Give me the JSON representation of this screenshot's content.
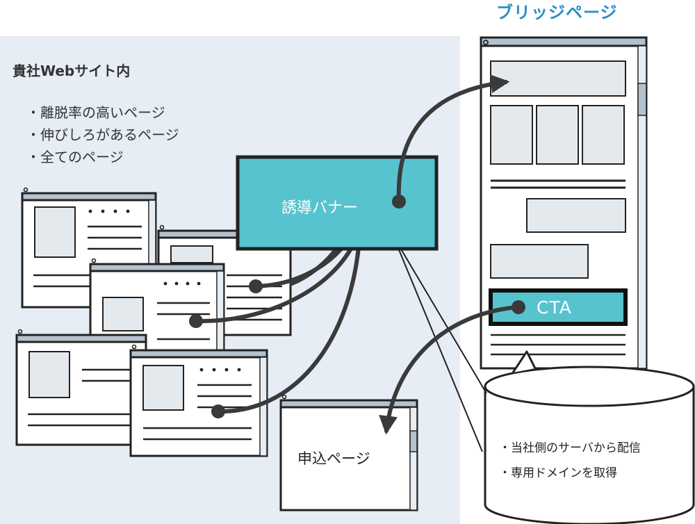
{
  "site": {
    "title": "貴社Webサイト内",
    "bullets": [
      "・離脱率の高いページ",
      "・伸びしろがあるページ",
      "・全てのページ"
    ]
  },
  "bridge_page": {
    "title": "ブリッジページ"
  },
  "banner": {
    "label": "誘導バナー"
  },
  "cta": {
    "label": "CTA"
  },
  "apply_page": {
    "label": "申込ページ"
  },
  "hosting": {
    "bullets": [
      "・当社側のサーバから配信",
      "・専用ドメインを取得"
    ]
  },
  "colors": {
    "website_area": "#e6edf5",
    "banner": "#56c3cf",
    "cta": "#56c3cf",
    "placeholder_fill": "#e4e9ee",
    "titlebar": "#b3c2cf",
    "outline": "#222222",
    "connector": "#3a3a3a",
    "bridge_title": "#2790c8"
  }
}
